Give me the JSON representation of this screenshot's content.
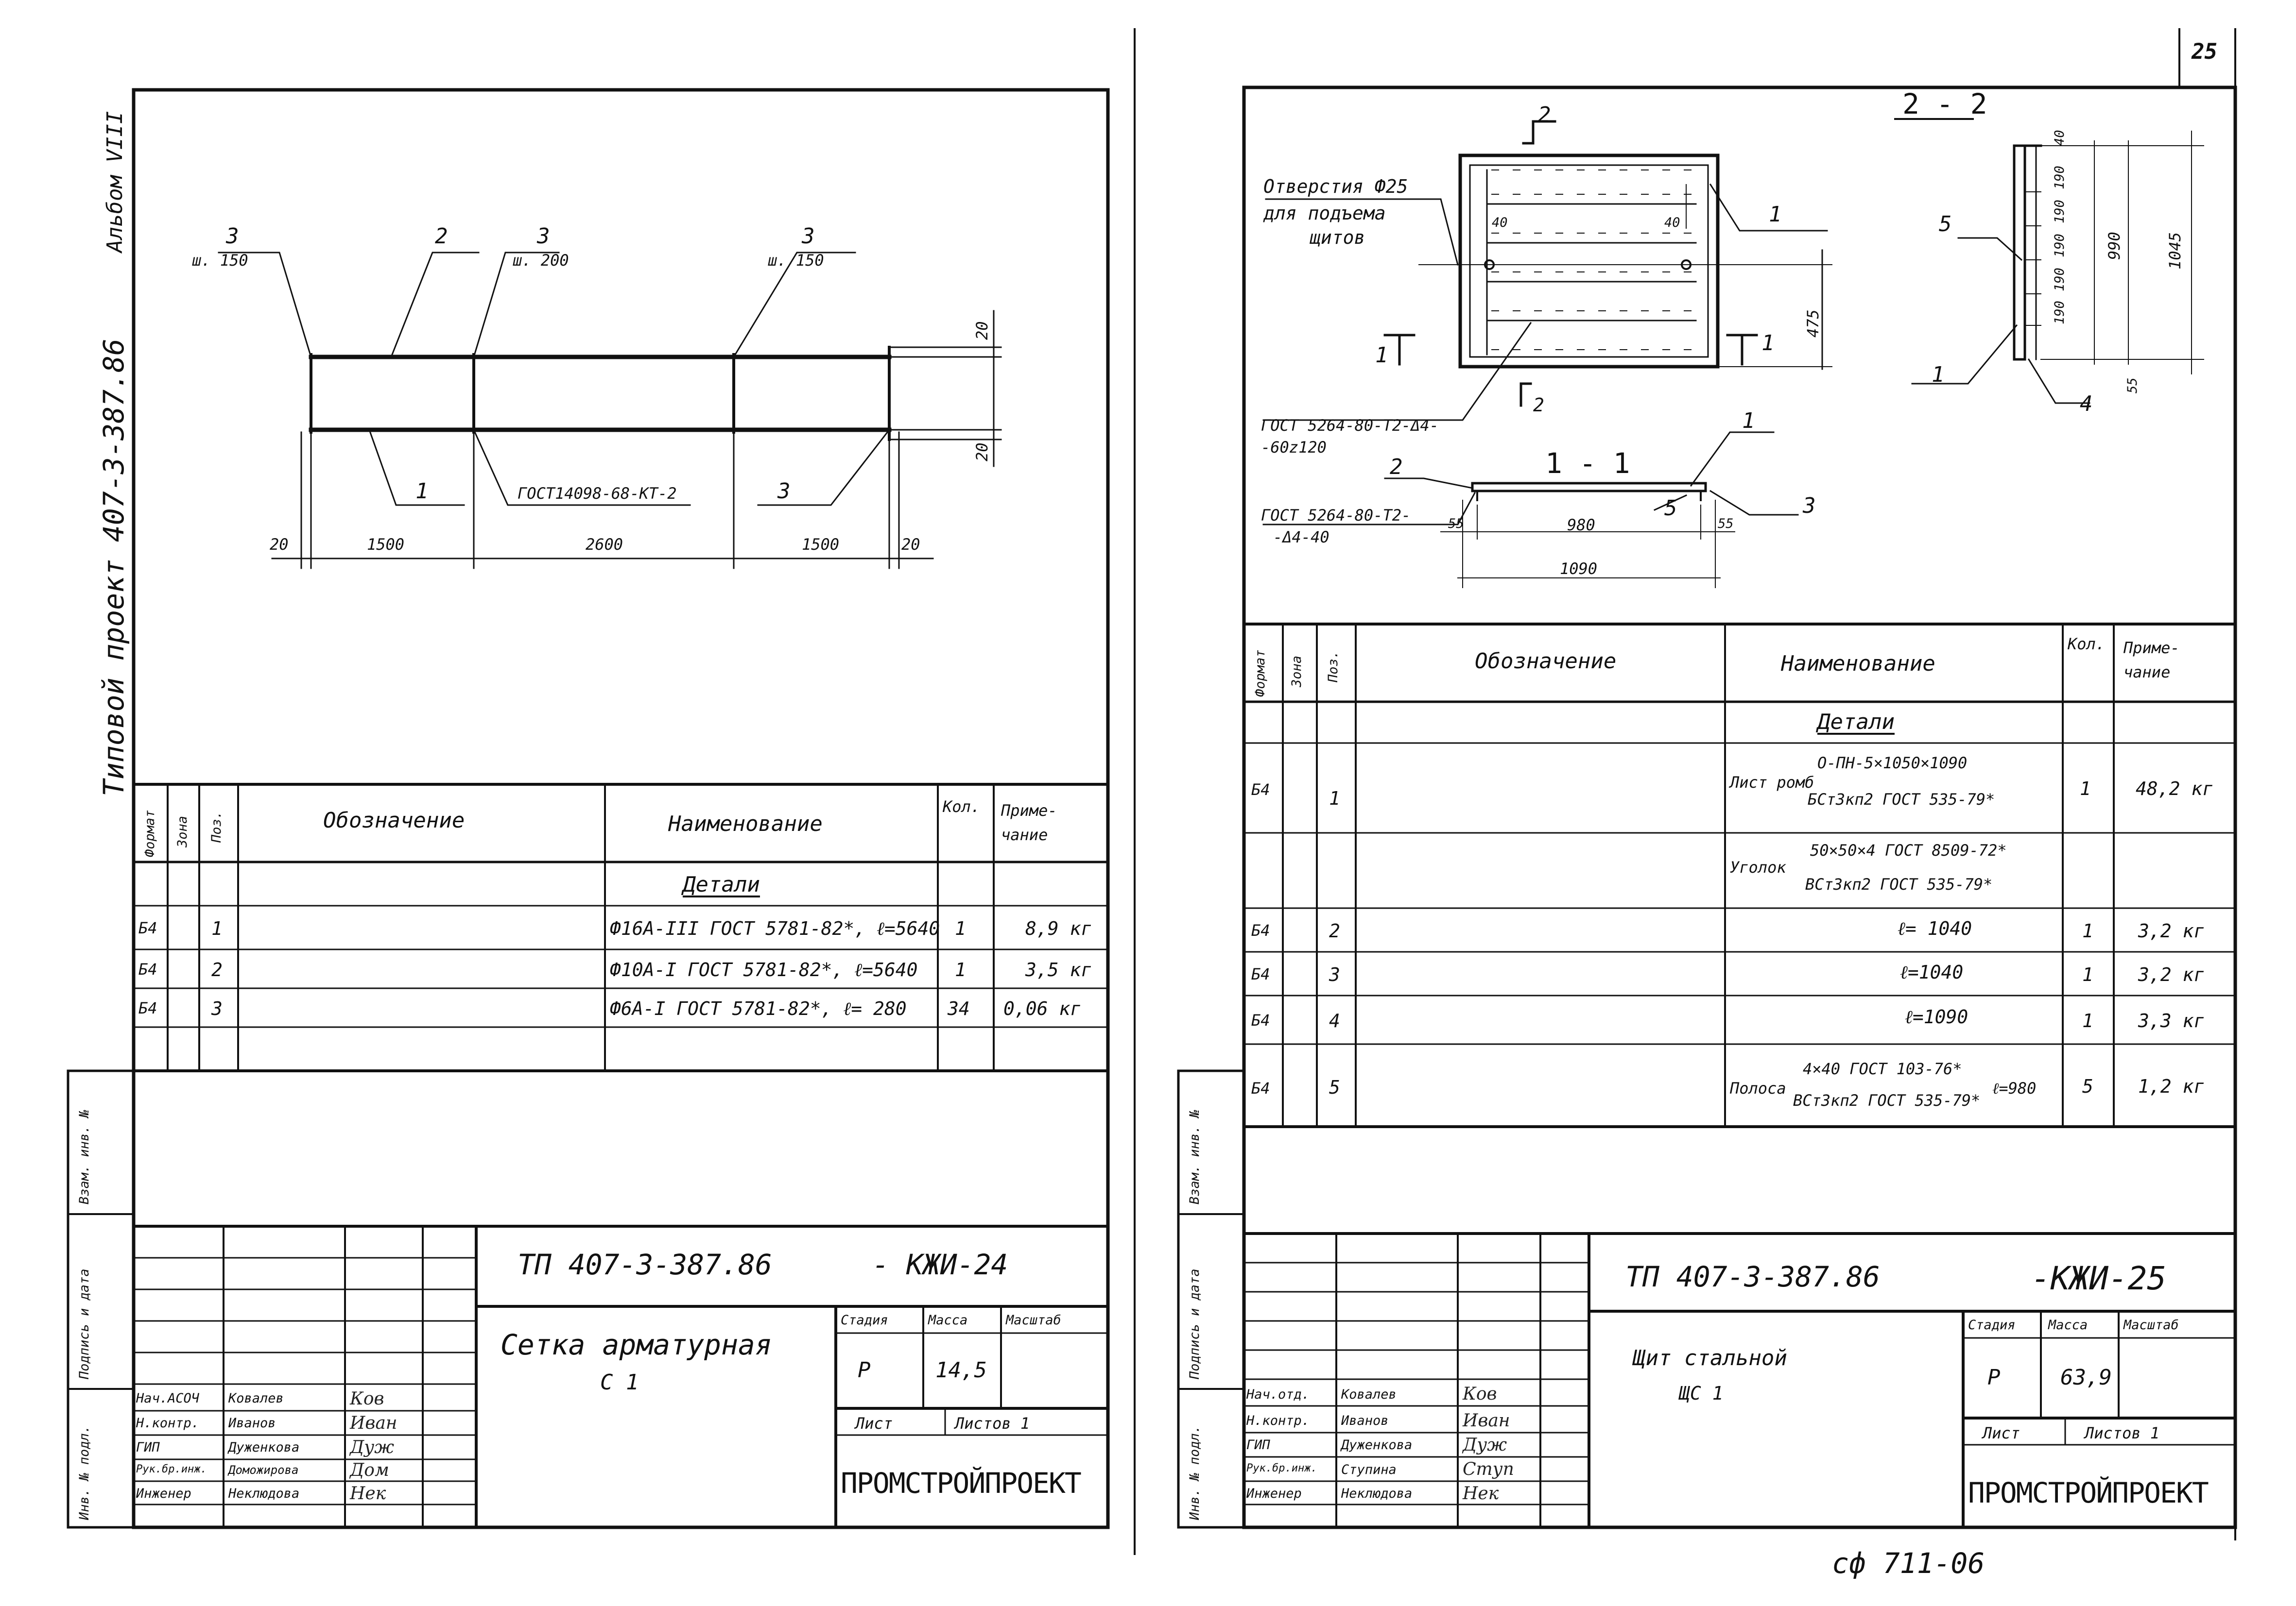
{
  "page_number": "25",
  "footer_note": "сф 711-06",
  "left_margin": {
    "album": "Альбом VIII",
    "project": "Типовой проект 407-3-387.86"
  },
  "side_stamp": {
    "vzam": "Взам. инв. №",
    "podpis": "Подпись и дата",
    "inv": "Инв. № подл."
  },
  "sheet24": {
    "drawing": {
      "labels": {
        "p3a": "3",
        "sh150a": "ш. 150",
        "p2": "2",
        "p3b": "3",
        "sh200": "ш. 200",
        "p3c": "3",
        "sh150b": "ш. 150",
        "p1": "1",
        "p3d": "3",
        "gost": "ГОСТ14098-68-КТ-2",
        "d20a": "20",
        "d20b": "20",
        "d20l": "20",
        "d1500a": "1500",
        "d2600": "2600",
        "d1500b": "1500",
        "d20r": "20"
      }
    },
    "spec": {
      "headers": {
        "format": "Формат",
        "zone": "Зона",
        "pos": "Поз.",
        "designation": "Обозначение",
        "name": "Наименование",
        "qty": "Кол.",
        "note": "Приме- чание"
      },
      "section": "Детали",
      "rows": [
        {
          "format": "Б4",
          "pos": "1",
          "name": "Ф16А-III ГОСТ 5781-82*, ℓ=5640",
          "qty": "1",
          "note": "8,9 кг"
        },
        {
          "format": "Б4",
          "pos": "2",
          "name": "Ф10А-I ГОСТ 5781-82*, ℓ=5640",
          "qty": "1",
          "note": "3,5 кг"
        },
        {
          "format": "Б4",
          "pos": "3",
          "name": "Ф6А-I ГОСТ 5781-82*, ℓ= 280",
          "qty": "34",
          "note": "0,06 кг"
        }
      ]
    },
    "title": {
      "code": "ТП 407-3-387.86",
      "sheet_code": "- КЖИ-24",
      "name_l1": "Сетка арматурная",
      "name_l2": "С 1",
      "stage_label": "Стадия",
      "mass_label": "Масса",
      "scale_label": "Масштаб",
      "stage": "Р",
      "mass": "14,5",
      "sheet_label": "Лист",
      "sheets_label": "Листов 1",
      "org": "ПРОМСТРОЙПРОЕКТ",
      "people": [
        {
          "role": "Нач.АСОЧ",
          "name": "Ковалев",
          "sig": "Ков"
        },
        {
          "role": "Н.контр.",
          "name": "Иванов",
          "sig": "Иван"
        },
        {
          "role": "ГИП",
          "name": "Дуженкова",
          "sig": "Дуж"
        },
        {
          "role": "Рук.бр.инж.",
          "name": "Доможирова",
          "sig": "Дом"
        },
        {
          "role": "Инженер",
          "name": "Неклюдова",
          "sig": "Нек"
        }
      ]
    }
  },
  "sheet25": {
    "drawing": {
      "labels": {
        "sec2top": "2",
        "otv1": "Отверстия Ф25",
        "otv2": "для подъема",
        "otv3": "щитов",
        "p1a": "1",
        "d40a": "40",
        "d40b": "40",
        "d475": "475",
        "sec1l": "1",
        "sec1r": "1",
        "sec2bot": "2",
        "gost1a": "ГОСТ 5264-80-Т2-Δ4-",
        "gost1b": "-60z120",
        "sec22": "2 - 2",
        "p5": "5",
        "p1b": "1",
        "p4": "4",
        "d40c": "40",
        "d190a": "190",
        "d190b": "190",
        "d190c": "190",
        "d190d": "190",
        "d190e": "190",
        "d990": "990",
        "d1045": "1045",
        "d55a": "55",
        "sec11": "1 - 1",
        "p1c": "1",
        "p2": "2",
        "p5b": "5",
        "p3": "3",
        "gost2a": "ГОСТ 5264-80-Т2-",
        "gost2b": "-Δ4-40",
        "d55b": "55",
        "d980": "980",
        "d55c": "55",
        "d1090": "1090"
      }
    },
    "spec": {
      "headers": {
        "format": "Формат",
        "zone": "Зона",
        "pos": "Поз.",
        "designation": "Обозначение",
        "name": "Наименование",
        "qty": "Кол.",
        "note": "Приме- чание"
      },
      "section": "Детали",
      "r1": {
        "format": "Б4",
        "pos": "1",
        "prefix": "Лист ромб",
        "num": "О-ПН-5×1050×1090",
        "den": "БСт3кп2 ГОСТ 535-79*",
        "qty": "1",
        "note": "48,2 кг"
      },
      "group": {
        "prefix": "Уголок",
        "num": "50×50×4 ГОСТ 8509-72*",
        "den": "ВСт3кп2 ГОСТ 535-79*"
      },
      "r2": {
        "format": "Б4",
        "pos": "2",
        "name": "ℓ= 1040",
        "qty": "1",
        "note": "3,2 кг"
      },
      "r3": {
        "format": "Б4",
        "pos": "3",
        "name": "ℓ=1040",
        "qty": "1",
        "note": "3,2 кг"
      },
      "r4": {
        "format": "Б4",
        "pos": "4",
        "name": "ℓ=1090",
        "qty": "1",
        "note": "3,3 кг"
      },
      "r5": {
        "format": "Б4",
        "pos": "5",
        "prefix": "Полоса",
        "num": "4×40 ГОСТ 103-76*",
        "den": "ВСт3кп2 ГОСТ 535-79*",
        "suffix": "ℓ=980",
        "qty": "5",
        "note": "1,2 кг"
      }
    },
    "title": {
      "code": "ТП 407-3-387.86",
      "sheet_code": "-КЖИ-25",
      "name_l1": "Щит стальной",
      "name_l2": "ЩС 1",
      "stage_label": "Стадия",
      "mass_label": "Масса",
      "scale_label": "Масштаб",
      "stage": "Р",
      "mass": "63,9",
      "sheet_label": "Лист",
      "sheets_label": "Листов 1",
      "org": "ПРОМСТРОЙПРОЕКТ",
      "people": [
        {
          "role": "Нач.отд.",
          "name": "Ковалев",
          "sig": "Ков"
        },
        {
          "role": "Н.контр.",
          "name": "Иванов",
          "sig": "Иван"
        },
        {
          "role": "ГИП",
          "name": "Дуженкова",
          "sig": "Дуж"
        },
        {
          "role": "Рук.бр.инж.",
          "name": "Ступина",
          "sig": "Ступ"
        },
        {
          "role": "Инженер",
          "name": "Неклюдова",
          "sig": "Нек"
        }
      ]
    }
  }
}
